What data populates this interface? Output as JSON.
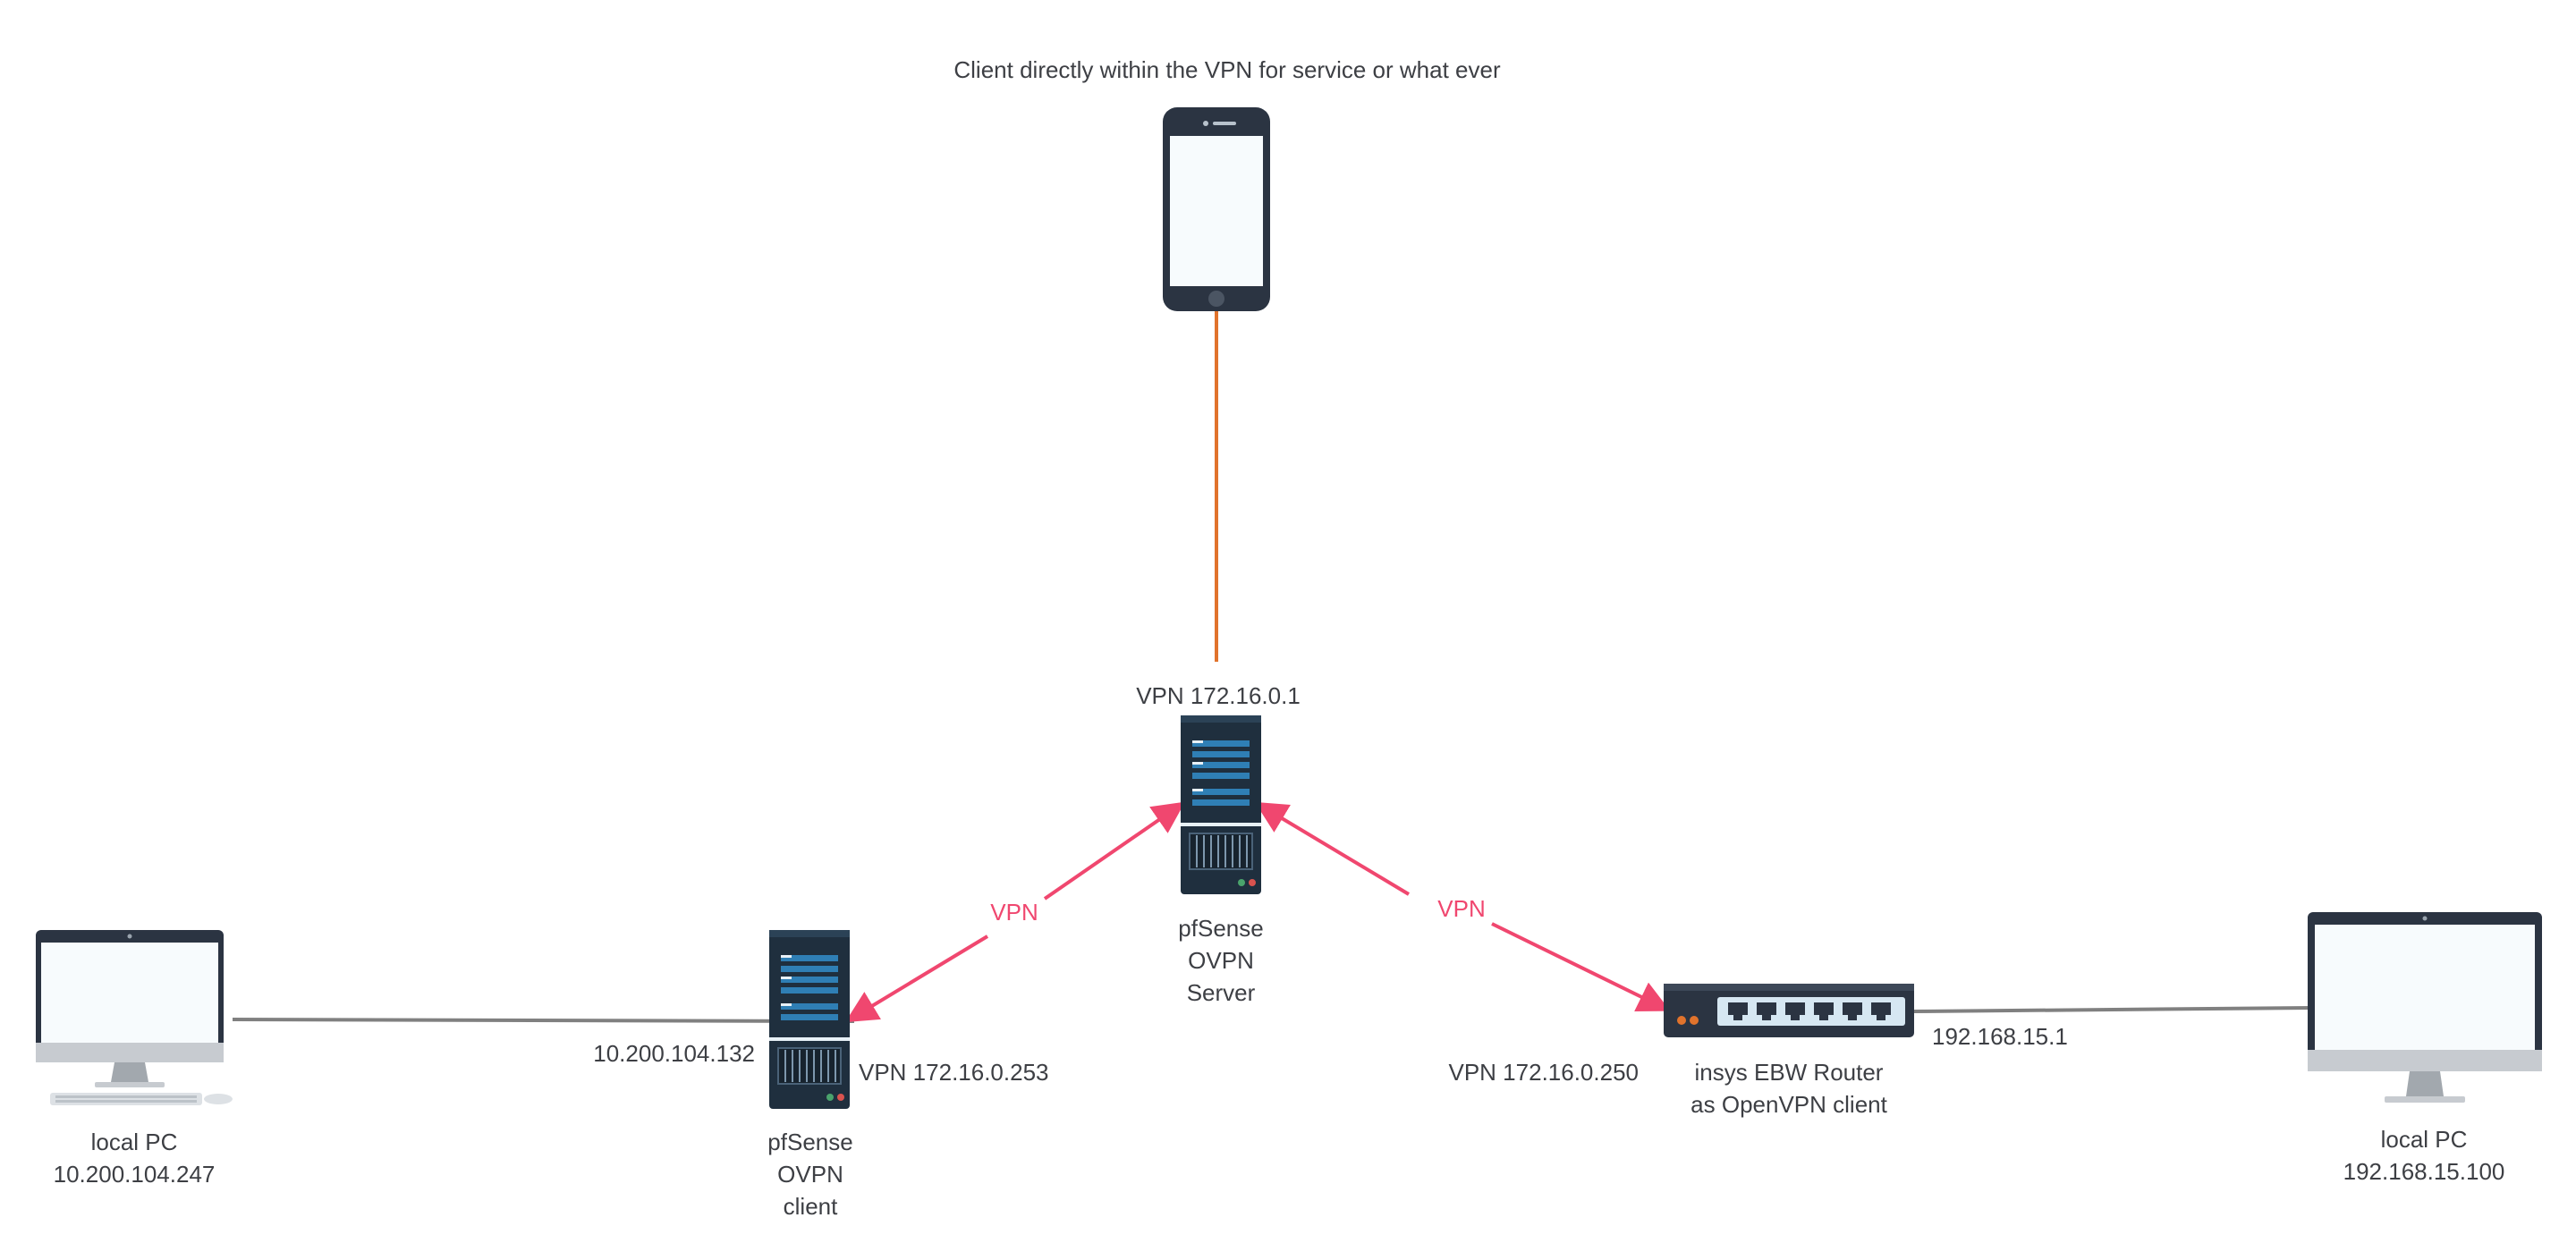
{
  "diagram": {
    "colors": {
      "vpn_link": "#f0476f",
      "mobile_link": "#e1732c",
      "lan_link": "#808080",
      "device_dark": "#2b3442",
      "server_dark": "#1f2f3e",
      "server_accent": "#2f7fb5",
      "screen": "#f7fbfd",
      "text": "#3d3f44"
    },
    "nodes": {
      "phone": {
        "icon": "smartphone-icon",
        "caption": "Client directly within the VPN for service or what ever"
      },
      "server": {
        "icon": "server-icon",
        "ip_label": "VPN 172.16.0.1",
        "name_lines": [
          "pfSense",
          "OVPN",
          "Server"
        ]
      },
      "client_left": {
        "icon": "server-icon",
        "lan_label": "10.200.104.132",
        "vpn_label": "VPN 172.16.0.253",
        "name_lines": [
          "pfSense",
          "OVPN",
          "client"
        ]
      },
      "router": {
        "icon": "router-icon",
        "vpn_label": "VPN 172.16.0.250",
        "lan_label": "192.168.15.1",
        "name_lines": [
          "insys EBW Router",
          "as OpenVPN client"
        ]
      },
      "pc_left": {
        "icon": "desktop-computer-icon",
        "name_lines": [
          "local PC",
          "10.200.104.247"
        ]
      },
      "pc_right": {
        "icon": "desktop-monitor-icon",
        "name_lines": [
          "local PC",
          "192.168.15.100"
        ]
      }
    },
    "edges": {
      "vpn_left_label": "VPN",
      "vpn_right_label": "VPN"
    }
  }
}
